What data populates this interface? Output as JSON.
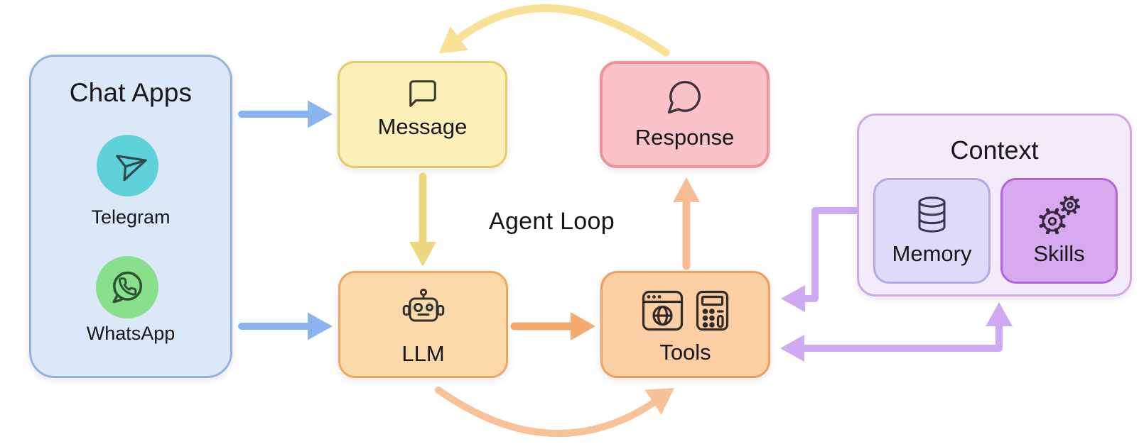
{
  "canvas": {
    "background": "#ffffff"
  },
  "diagram": {
    "center_label": "Agent Loop",
    "chat_apps": {
      "title": "Chat Apps",
      "fill": "#dbe8f8",
      "border": "#8fb3e3",
      "apps": [
        {
          "label": "Telegram",
          "icon": "telegram-icon",
          "circle_color": "#5fd2d9"
        },
        {
          "label": "WhatsApp",
          "icon": "whatsapp-icon",
          "circle_color": "#88e08c"
        }
      ]
    },
    "message": {
      "label": "Message",
      "icon": "message-bubble-icon",
      "fill": "#faf0b8",
      "border": "#eaca67"
    },
    "response": {
      "label": "Response",
      "icon": "response-bubble-icon",
      "fill": "#f9c3c8",
      "border": "#ef9198"
    },
    "llm": {
      "label": "LLM",
      "icon": "robot-icon",
      "fill": "#fcd9ab",
      "border": "#f1a75e"
    },
    "tools": {
      "label": "Tools",
      "icons": [
        "browser-icon",
        "calculator-icon"
      ],
      "fill": "#fbcfa3",
      "border": "#f09d5e"
    },
    "context": {
      "title": "Context",
      "fill": "#f4ebfa",
      "border": "#cfa9e6",
      "memory": {
        "label": "Memory",
        "icon": "database-icon",
        "fill": "#dedaf7",
        "border": "#b3a9e4"
      },
      "skills": {
        "label": "Skills",
        "icon": "gears-icon",
        "fill": "#d7aaf0",
        "border": "#b065db"
      }
    },
    "arrows": [
      {
        "id": "chat-to-message",
        "from": "chat_apps",
        "to": "message",
        "color": "#8ab4f0"
      },
      {
        "id": "chat-to-llm",
        "from": "chat_apps",
        "to": "llm",
        "color": "#8ab4f0"
      },
      {
        "id": "message-to-llm",
        "from": "message",
        "to": "llm",
        "color": "#eed87f"
      },
      {
        "id": "response-to-message",
        "from": "response",
        "to": "message",
        "color": "#f8e095"
      },
      {
        "id": "llm-to-tools",
        "from": "llm",
        "to": "tools",
        "color": "#f5aa70"
      },
      {
        "id": "llm-to-tools-loop",
        "from": "llm",
        "to": "tools",
        "color": "#f7c29a"
      },
      {
        "id": "tools-to-response",
        "from": "tools",
        "to": "response",
        "color": "#f7bc94"
      },
      {
        "id": "context-to-tools",
        "from": "context",
        "to": "tools",
        "color": "#cdaaf1"
      },
      {
        "id": "tools-context-exchange",
        "from": "tools",
        "to": "context",
        "color": "#cdaaf1"
      }
    ]
  }
}
